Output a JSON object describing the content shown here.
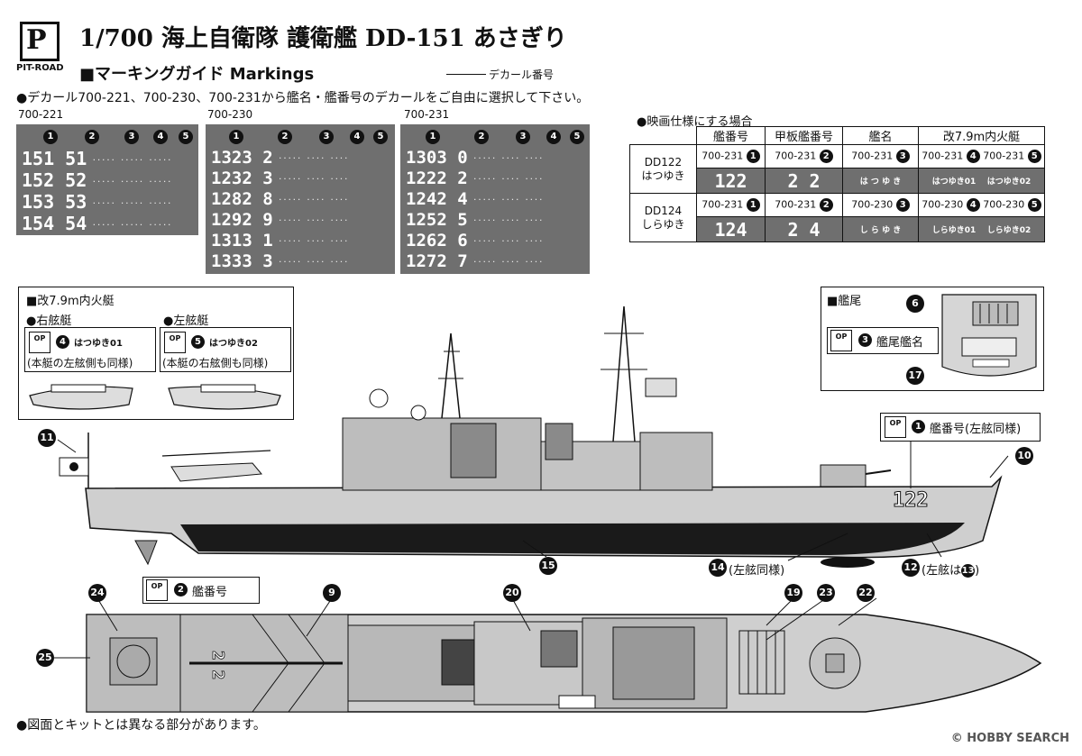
{
  "header": {
    "logo_letter": "P",
    "logo_caption": "PIT-ROAD",
    "title": "1/700 海上自衛隊 護衛艦 DD-151 あさぎり",
    "subtitle": "■マーキングガイド Markings",
    "legend": "デカール番号",
    "instruction": "●デカール700-221、700-230、700-231から艦名・艦番号のデカールをご自由に選択して下さい。"
  },
  "sheets": [
    {
      "label": "700-221",
      "columns": [
        "1",
        "2",
        "3",
        "4",
        "5"
      ],
      "rows": [
        "151 51",
        "152 52",
        "153 53",
        "154 54"
      ]
    },
    {
      "label": "700-230",
      "columns": [
        "1",
        "2",
        "3",
        "4",
        "5"
      ],
      "rows": [
        "1323 2",
        "1232 3",
        "1282 8",
        "1292 9",
        "1313 1",
        "1333 3"
      ]
    },
    {
      "label": "700-231",
      "columns": [
        "1",
        "2",
        "3",
        "4",
        "5"
      ],
      "rows": [
        "1303 0",
        "1222 2",
        "1242 4",
        "1252 5",
        "1262 6",
        "1272 7"
      ]
    }
  ],
  "movie": {
    "title": "●映画仕様にする場合",
    "headers": [
      "艦番号",
      "甲板艦番号",
      "艦名",
      "改7.9m内火艇"
    ],
    "ships": [
      {
        "id": "DD122",
        "name": "はつゆき",
        "codes": [
          "700-231",
          "700-231",
          "700-231",
          "700-231",
          "700-231"
        ],
        "nums": [
          "1",
          "2",
          "3",
          "4",
          "5"
        ],
        "hull": "122",
        "deck": "2 2",
        "kana": "は つ ゆ き",
        "boat1": "はつゆき01",
        "boat2": "はつゆき02"
      },
      {
        "id": "DD124",
        "name": "しらゆき",
        "codes": [
          "700-231",
          "700-231",
          "700-230",
          "700-230",
          "700-230"
        ],
        "nums": [
          "1",
          "2",
          "3",
          "4",
          "5"
        ],
        "hull": "124",
        "deck": "2 4",
        "kana": "し ら ゆ き",
        "boat1": "しらゆき01",
        "boat2": "しらゆき02"
      }
    ]
  },
  "boats": {
    "title": "■改7.9m内火艇",
    "right_label": "●右舷艇",
    "left_label": "●左舷艇",
    "op": "OP",
    "right_num": "4",
    "left_num": "5",
    "right_decal": "はつゆき01",
    "left_decal": "はつゆき02",
    "right_note": "(本艇の左舷側も同様)",
    "left_note": "(本艇の右舷側も同様)"
  },
  "stern": {
    "title": "■艦尾",
    "num": "3",
    "label": "艦尾艦名",
    "callouts": [
      "6",
      "17"
    ]
  },
  "side": {
    "hull_number": "122",
    "op_num": "1",
    "op_label": "艦番号(左舷同様)",
    "callouts": [
      "11",
      "10",
      "15",
      "14",
      "12"
    ],
    "cap14": "(左舷同様)",
    "cap12": "(左舷は",
    "cap12_num": "13",
    "cap12_end": ")"
  },
  "top": {
    "op_num": "2",
    "op_label": "艦番号",
    "deck_number": "2 2",
    "callouts": [
      "24",
      "9",
      "20",
      "19",
      "23",
      "22",
      "25"
    ]
  },
  "footer": "●図面とキットとは異なる部分があります。",
  "watermark": "© HOBBY SEARCH"
}
